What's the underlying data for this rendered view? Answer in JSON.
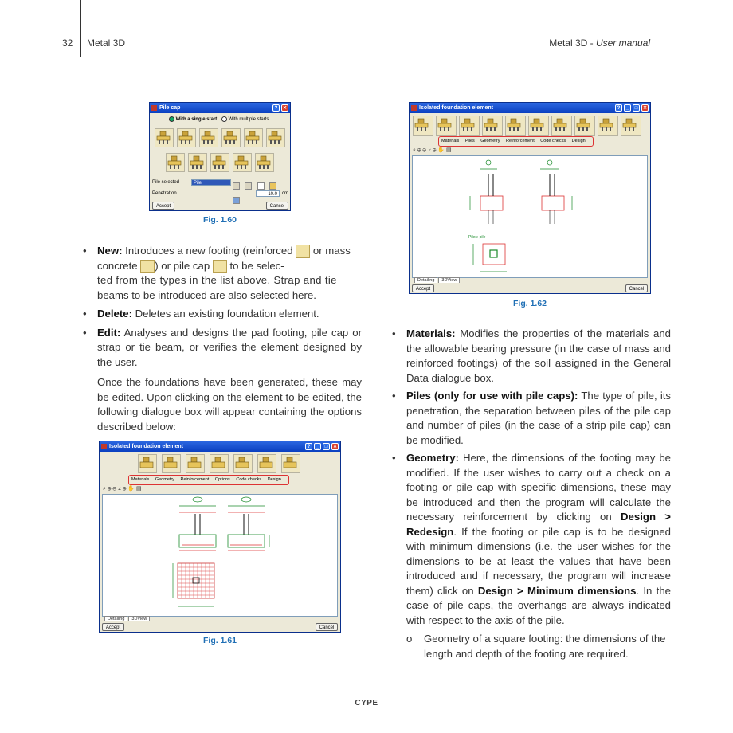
{
  "header": {
    "page_number": "32",
    "left_title": "Metal 3D",
    "right_title": "Metal 3D - ",
    "right_title_italic": "User manual"
  },
  "footer": {
    "brand": "CYPE"
  },
  "fig160": {
    "title": "Pile cap",
    "radio_single": "With a single start",
    "radio_multiple": "With multiple starts",
    "pile_selected_label": "Pile selected",
    "pile_selected_value": "Pile",
    "penetration_label": "Penetration",
    "penetration_value": "10.0",
    "penetration_unit": "cm",
    "accept": "Accept",
    "cancel": "Cancel",
    "caption": "Fig. 1.60"
  },
  "fig162": {
    "title": "Isolated foundation element",
    "menu": [
      "Materials",
      "Piles",
      "Geometry",
      "Reinforcement",
      "Code checks",
      "Design"
    ],
    "drawing_label": "Piles: pile",
    "tabs": [
      "Detailing",
      "3DView"
    ],
    "accept": "Accept",
    "cancel": "Cancel",
    "caption": "Fig. 1.62"
  },
  "fig161": {
    "title": "Isolated foundation element",
    "menu": [
      "Materials",
      "Geometry",
      "Reinforcement",
      "Options",
      "Code checks",
      "Design"
    ],
    "tabs": [
      "Detailing",
      "3DView"
    ],
    "accept": "Accept",
    "cancel": "Cancel",
    "caption": "Fig. 1.61"
  },
  "left_column": {
    "new_bold": "New:",
    "new_text_1": " Introduces a new footing (reinforced ",
    "new_text_2": " or mass",
    "new_line2_a": "concrete ",
    "new_line2_b": ") or pile cap ",
    "new_line2_c": " to be selec-",
    "new_line3": "ted from the types in the list above. Strap and tie",
    "new_line4": "beams to be introduced are also selected here.",
    "delete_bold": "Delete:",
    "delete_text": " Deletes an existing foundation element.",
    "edit_bold": "Edit:",
    "edit_text": " Analyses and designs the pad footing, pile cap or strap or tie beam, or verifies the element designed by the user.",
    "edit_para2": "Once the foundations have been generated, these may be edited. Upon clicking on the element to be edited, the following dialogue box will appear containing the options described below:"
  },
  "right_column": {
    "materials_bold": "Materials:",
    "materials_text": " Modifies the properties of the materials and the allowable bearing pressure (in the case of mass and reinforced footings) of the soil assigned in the General Data dialogue box.",
    "piles_bold": "Piles (only for use with pile caps):",
    "piles_text": " The type of pile, its penetration, the separation between piles of the pile cap and number of piles (in the case of a strip pile cap) can be modified.",
    "geometry_bold": "Geometry:",
    "geometry_text_1": " Here, the dimensions of the footing may be modified. If the user wishes to carry out a check on a footing or pile cap with specific dimensions, these may be introduced and then the program will calculate the necessary reinforcement by clicking on ",
    "geometry_b1": "Design > Redesign",
    "geometry_text_2": ". If the footing or pile cap is to be designed with minimum dimensions (i.e. the user wishes for the dimensions to be at least the values that have been introduced and if necessary, the program will increase them) click on ",
    "geometry_b2": "Design > Minimum dimensions",
    "geometry_text_3": ". In the case of pile caps, the overhangs are always indicated with respect to the axis of the pile.",
    "sub_bullet_marker": "o",
    "sub_bullet_text": "Geometry of a square footing: the dimensions of the length and depth of the footing are required."
  }
}
